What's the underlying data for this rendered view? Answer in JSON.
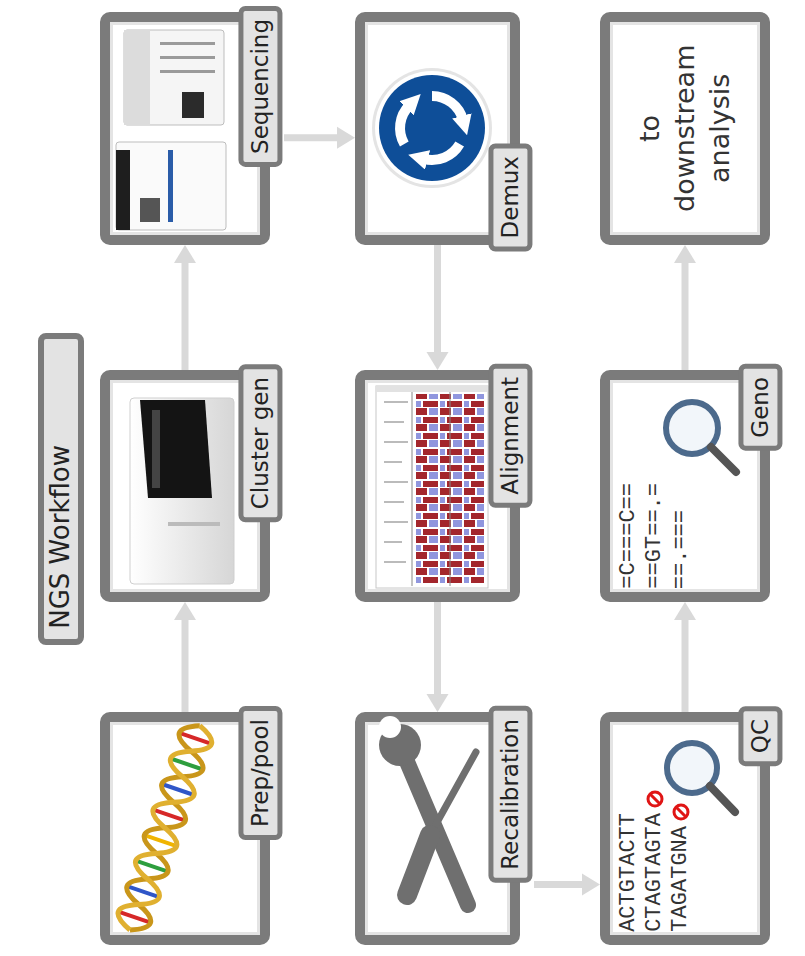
{
  "diagram": {
    "title": "NGS Workflow",
    "nodes": [
      {
        "text": [
          "Prep/pool"
        ]
      },
      {
        "text": [
          "Cluster gen"
        ]
      },
      {
        "text": [
          "Sequencing"
        ]
      },
      {
        "text": [
          "Demux"
        ]
      },
      {
        "text": [
          "Alignment"
        ]
      },
      {
        "text": [
          "Recalibration"
        ]
      },
      {
        "text": [
          "QC"
        ]
      },
      {
        "text": [
          "Geno"
        ]
      },
      {
        "text": [
          "to downstream analysis"
        ]
      }
    ],
    "edges": [
      {
        "from": 0,
        "to": 1,
        "arrow": "to"
      },
      {
        "from": 1,
        "to": 2,
        "arrow": "to"
      },
      {
        "from": 2,
        "to": 3,
        "arrow": "to"
      },
      {
        "from": 3,
        "to": 4,
        "arrow": "to"
      },
      {
        "from": 4,
        "to": 5,
        "arrow": "to"
      },
      {
        "from": 5,
        "to": 6,
        "arrow": "to"
      },
      {
        "from": 6,
        "to": 7,
        "arrow": "to"
      },
      {
        "from": 7,
        "to": 8,
        "arrow": "to"
      }
    ],
    "labels": [
      "ACTGTACTT",
      "CTAGTAGTA",
      "TAGATGNA",
      "=C===C==",
      "==GT==.=",
      "==.==="
    ]
  }
}
